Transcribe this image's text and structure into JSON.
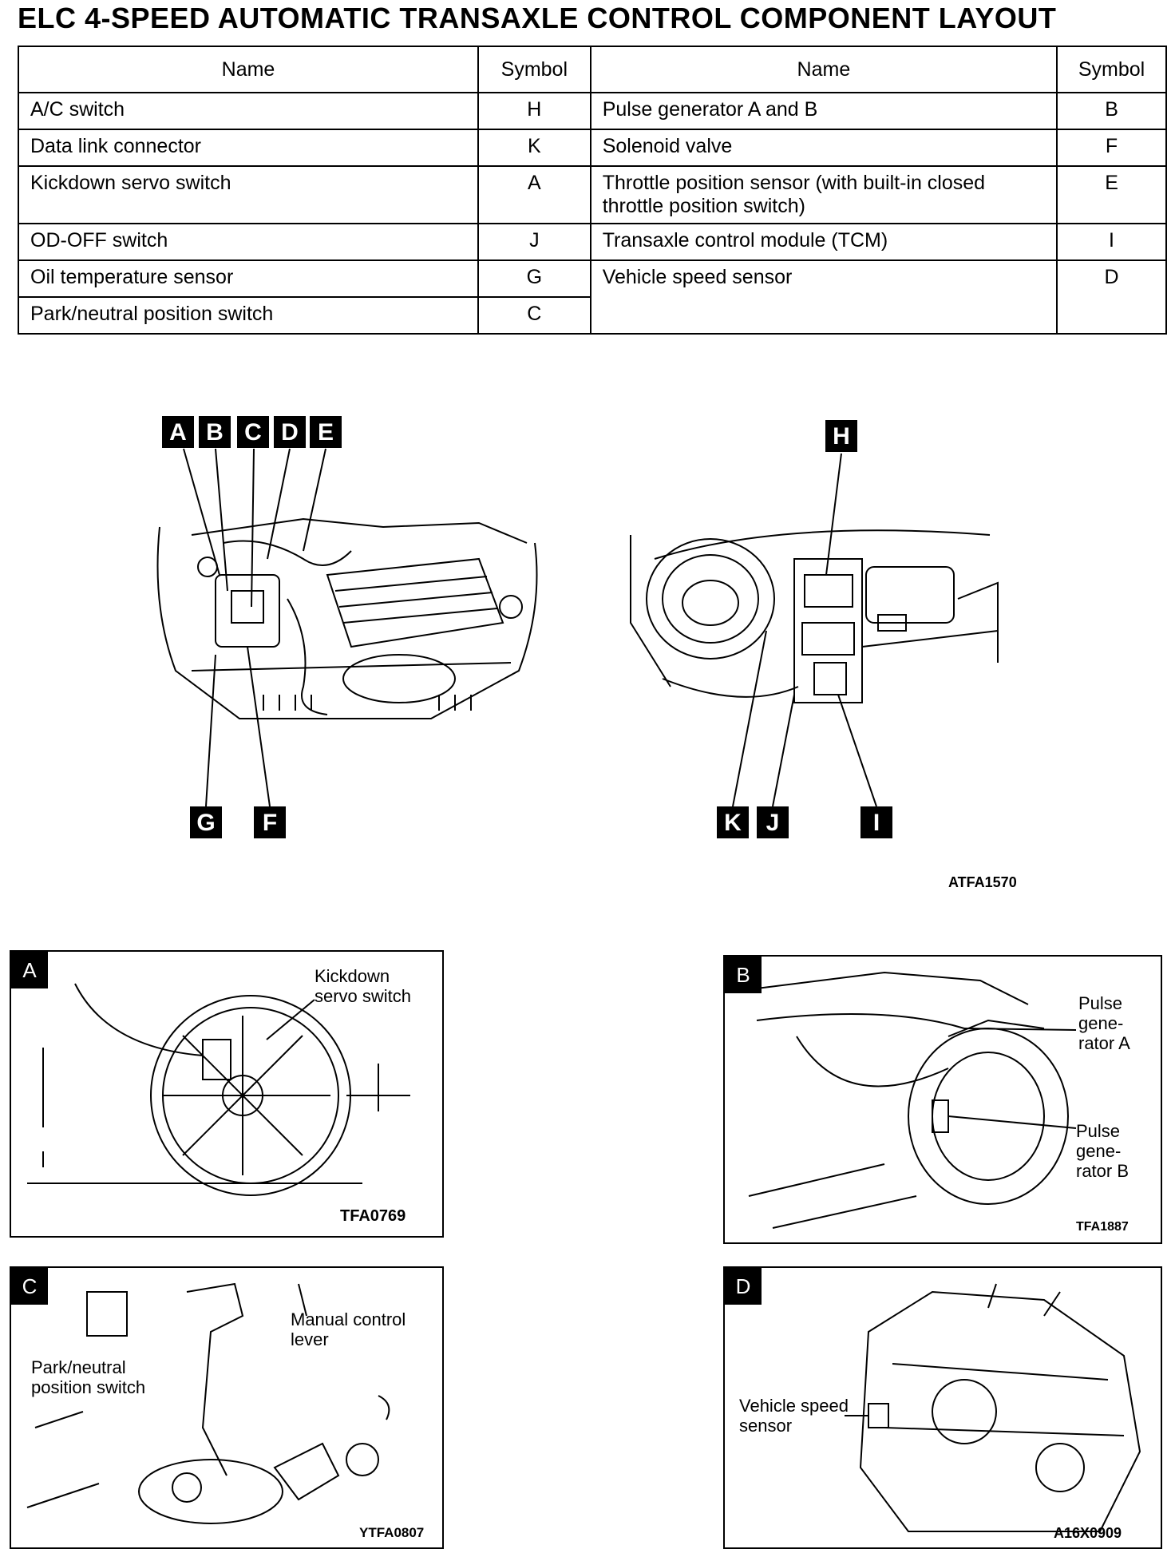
{
  "title": "ELC 4-SPEED AUTOMATIC TRANSAXLE CONTROL COMPONENT LAYOUT",
  "table": {
    "headers": [
      "Name",
      "Symbol",
      "Name",
      "Symbol"
    ],
    "rows": [
      {
        "name1": "A/C switch",
        "sym1": "H",
        "name2": "Pulse generator A and B",
        "sym2": "B"
      },
      {
        "name1": "Data link connector",
        "sym1": "K",
        "name2": "Solenoid valve",
        "sym2": "F"
      },
      {
        "name1": "Kickdown servo switch",
        "sym1": "A",
        "name2": "Throttle position sensor (with built-in closed throttle position switch)",
        "sym2": "E"
      },
      {
        "name1": "OD-OFF switch",
        "sym1": "J",
        "name2": "Transaxle control module (TCM)",
        "sym2": "I"
      },
      {
        "name1": "Oil temperature sensor",
        "sym1": "G",
        "name2": "Vehicle speed sensor",
        "sym2": "D"
      },
      {
        "name1": "Park/neutral position switch",
        "sym1": "C",
        "name2": "",
        "sym2": ""
      }
    ]
  },
  "overview": {
    "labels": {
      "A": "A",
      "B": "B",
      "C": "C",
      "D": "D",
      "E": "E",
      "F": "F",
      "G": "G",
      "H": "H",
      "I": "I",
      "J": "J",
      "K": "K"
    },
    "ref_code": "ATFA1570"
  },
  "panels": {
    "a": {
      "label": "A",
      "text_line1": "Kickdown",
      "text_line2": "servo switch",
      "code": "TFA0769"
    },
    "b": {
      "label": "B",
      "text_a1": "Pulse",
      "text_a2": "gene-",
      "text_a3": "rator A",
      "text_b1": "Pulse",
      "text_b2": "gene-",
      "text_b3": "rator B",
      "code": "TFA1887"
    },
    "c": {
      "label": "C",
      "text_m1": "Manual control",
      "text_m2": "lever",
      "text_p1": "Park/neutral",
      "text_p2": "position switch",
      "code": "YTFA0807"
    },
    "d": {
      "label": "D",
      "text_v1": "Vehicle speed",
      "text_v2": "sensor",
      "code": "A16X0909"
    }
  }
}
